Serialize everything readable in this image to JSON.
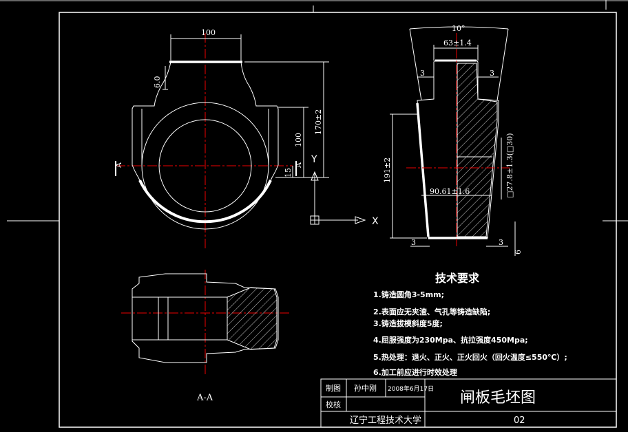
{
  "front_view": {
    "dim_top_width": "100",
    "dim_lug": "6.0",
    "dim_height": "170±2",
    "dim_inner": "100",
    "dim_small": "15",
    "section_mark": "A"
  },
  "side_view": {
    "dim_angle": "10°",
    "dim_top": "63±1.4",
    "dim_left_step": "3",
    "dim_right_step": "3",
    "dim_height": "191±2",
    "dim_bottom_width": "90.61±1.6",
    "dim_slot": "□27.8±1.3(□30)",
    "dim_bottom_left": "3",
    "dim_bottom_right": "3",
    "dim_bottom_height": "6"
  },
  "ucs": {
    "x_label": "X",
    "y_label": "Y"
  },
  "section_view": {
    "label": "A-A"
  },
  "requirements": {
    "title": "技术要求",
    "items": [
      "1.铸造圆角3-5mm;",
      "2.表面应无夹渣、气孔等铸造缺陷;",
      "3.铸造拔模斜度5度;",
      "4.屈服强度为230Mpa、抗拉强度450Mpa;",
      "5.热处理：退火、正火、正火回火（回火温度≤550℃）;",
      "6.加工前应进行时效处理"
    ]
  },
  "title_block": {
    "draw_label": "制图",
    "drawer": "孙中刚",
    "date": "2008年6月17日",
    "check_label": "校核",
    "title": "闸板毛坯图",
    "school": "辽宁工程技术大学",
    "number": "02"
  }
}
